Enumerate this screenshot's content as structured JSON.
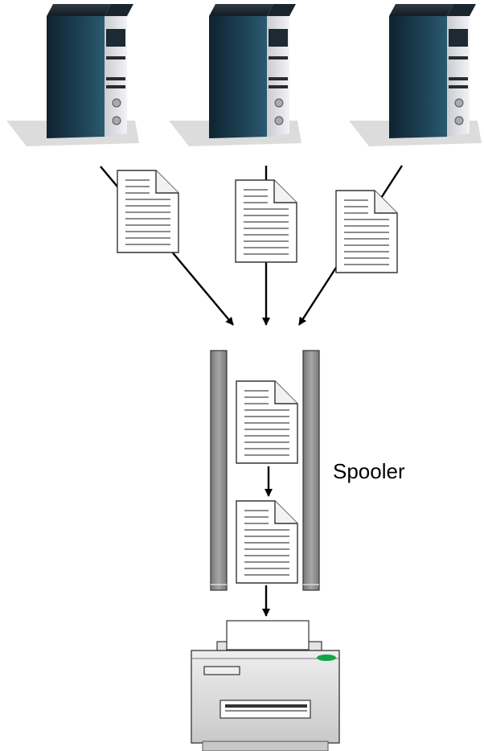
{
  "diagram": {
    "spooler_label": "Spooler",
    "nodes": {
      "servers": [
        {
          "icon": "server-tower-icon"
        },
        {
          "icon": "server-tower-icon"
        },
        {
          "icon": "server-tower-icon"
        }
      ],
      "incoming_documents": 3,
      "queued_documents": 2,
      "printer": {
        "icon": "printer-icon"
      }
    },
    "colors": {
      "server_body": "#16303f",
      "server_front": "#dfe0e4",
      "spooler_rail": "#8f8f8f",
      "printer_body": "#d5d5d5",
      "printer_led": "#16a34a",
      "arrow": "#000000"
    }
  }
}
